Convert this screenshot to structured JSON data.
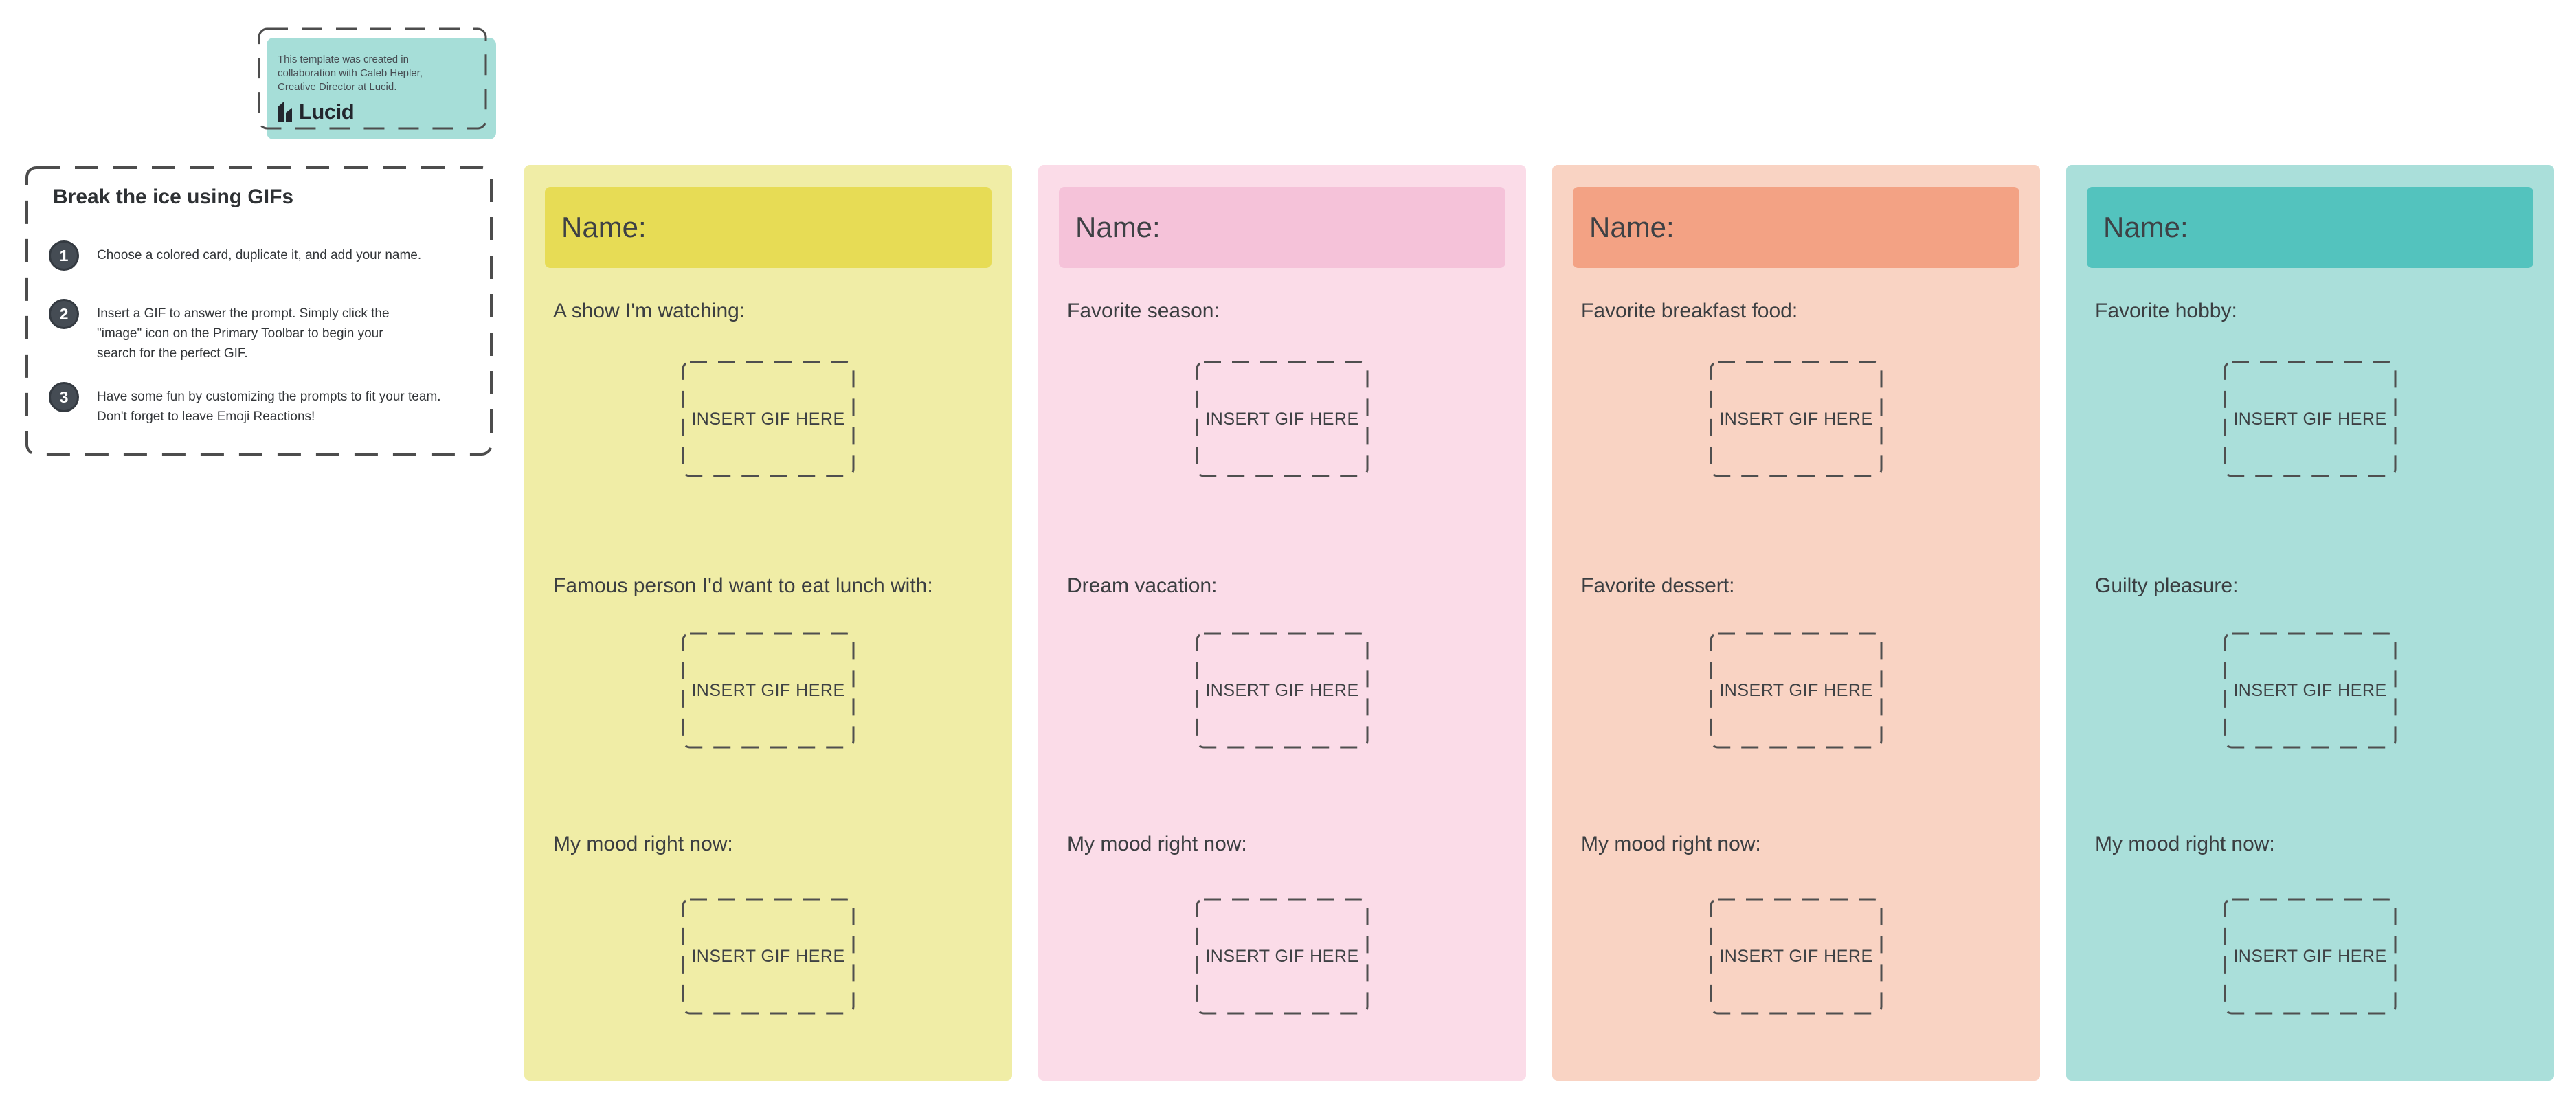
{
  "attribution": {
    "text": "This template was created in\ncollaboration with Caleb Hepler,\nCreative Director at Lucid.",
    "logo_text": "Lucid",
    "card_color": "#a6ded8",
    "logo_color": "#23262d"
  },
  "instructions": {
    "title": "Break the ice using GIFs",
    "steps": [
      {
        "number": "1",
        "text": "Choose a colored card, duplicate it, and add your name."
      },
      {
        "number": "2",
        "text": "Insert a GIF to answer the prompt. Simply click the\n\"image\" icon on the Primary Toolbar to begin your\nsearch for the perfect GIF."
      },
      {
        "number": "3",
        "text": "Have some fun by customizing the prompts to fit your team.\nDon't forget to leave Emoji Reactions!"
      }
    ]
  },
  "cards": [
    {
      "name_label": "Name:",
      "bg_color": "#f0eda6",
      "header_color": "#e7dc55",
      "prompts": [
        {
          "label": "A show I'm watching:",
          "placeholder": "INSERT GIF HERE"
        },
        {
          "label": "Famous person I'd want to eat lunch with:",
          "placeholder": "INSERT GIF HERE"
        },
        {
          "label": "My mood right now:",
          "placeholder": "INSERT GIF HERE"
        }
      ]
    },
    {
      "name_label": "Name:",
      "bg_color": "#fbdce8",
      "header_color": "#f5c2d9",
      "prompts": [
        {
          "label": "Favorite season:",
          "placeholder": "INSERT GIF HERE"
        },
        {
          "label": "Dream vacation:",
          "placeholder": "INSERT GIF HERE"
        },
        {
          "label": "My mood right now:",
          "placeholder": "INSERT GIF HERE"
        }
      ]
    },
    {
      "name_label": "Name:",
      "bg_color": "#f9d3c3",
      "header_color": "#f3a284",
      "prompts": [
        {
          "label": "Favorite breakfast food:",
          "placeholder": "INSERT GIF HERE"
        },
        {
          "label": "Favorite dessert:",
          "placeholder": "INSERT GIF HERE"
        },
        {
          "label": "My mood right now:",
          "placeholder": "INSERT GIF HERE"
        }
      ]
    },
    {
      "name_label": "Name:",
      "bg_color": "#aadfda",
      "header_color": "#53c3be",
      "prompts": [
        {
          "label": "Favorite hobby:",
          "placeholder": "INSERT GIF HERE"
        },
        {
          "label": "Guilty pleasure:",
          "placeholder": "INSERT GIF HERE"
        },
        {
          "label": "My mood right now:",
          "placeholder": "INSERT GIF HERE"
        }
      ]
    }
  ]
}
